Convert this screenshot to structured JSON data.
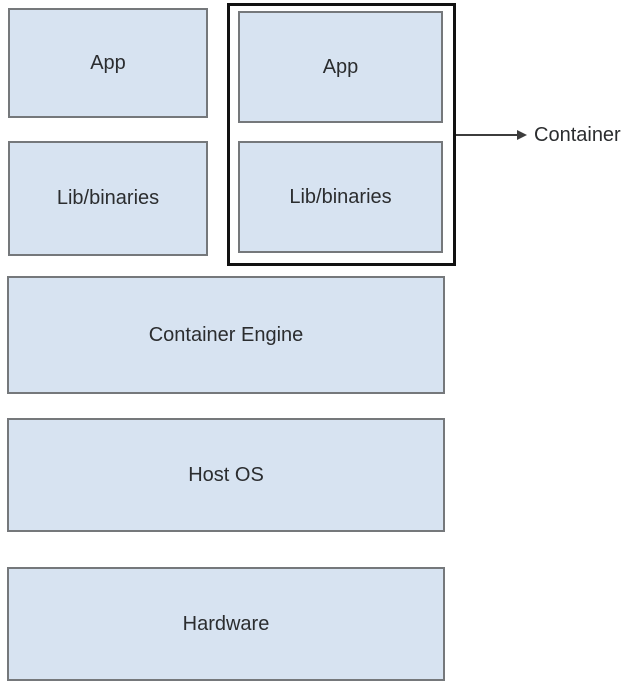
{
  "diagram": {
    "type": "container-architecture-stack",
    "labels": {
      "app_left": "App",
      "lib_left": "Lib/binaries",
      "app_right": "App",
      "lib_right": "Lib/binaries",
      "container_engine": "Container Engine",
      "host_os": "Host OS",
      "hardware": "Hardware",
      "container_callout": "Container"
    },
    "colors": {
      "box_fill": "#d7e3f1",
      "box_border": "#75787b",
      "container_outline": "#111111",
      "text": "#2b2d2f",
      "arrow": "#3c3c3c",
      "background": "#ffffff"
    }
  }
}
